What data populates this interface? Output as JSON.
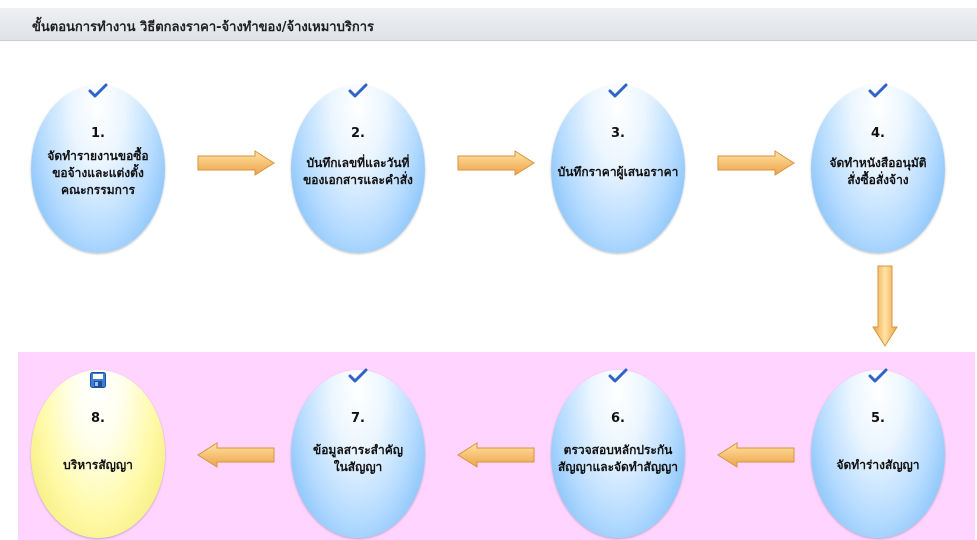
{
  "header": {
    "title": "ขั้นตอนการทำงาน วิธีตกลงราคา-จ้างทำของ/จ้างเหมาบริการ"
  },
  "colors": {
    "step_blue": "#b5dbff",
    "step_active_yellow": "#fffaa8",
    "current_row_band": "#ffd5ff",
    "arrow_orange": "#f3b55c",
    "check_blue": "#2f63c8"
  },
  "steps": [
    {
      "number": "1.",
      "lines": [
        "จัดทำรายงานขอซื้อ",
        "ขอจ้างและแต่งตั้ง",
        "คณะกรรมการ"
      ],
      "icon": "check-icon"
    },
    {
      "number": "2.",
      "lines": [
        "บันทึกเลขที่และวันที่",
        "ของเอกสารและคำสั่ง"
      ],
      "icon": "check-icon"
    },
    {
      "number": "3.",
      "lines": [
        "บันทึกราคาผู้เสนอราคา"
      ],
      "icon": "check-icon"
    },
    {
      "number": "4.",
      "lines": [
        "จัดทำหนังสืออนุมัติ",
        "สั่งซื้อสั่งจ้าง"
      ],
      "icon": "check-icon"
    },
    {
      "number": "5.",
      "lines": [
        "จัดทำร่างสัญญา"
      ],
      "icon": "check-icon"
    },
    {
      "number": "6.",
      "lines": [
        "ตรวจสอบหลักประกัน",
        "สัญญาและจัดทำสัญญา"
      ],
      "icon": "check-icon"
    },
    {
      "number": "7.",
      "lines": [
        "ข้อมูลสาระสำคัญ",
        "ในสัญญา"
      ],
      "icon": "check-icon"
    },
    {
      "number": "8.",
      "lines": [
        "บริหารสัญญา"
      ],
      "icon": "save-icon"
    }
  ]
}
